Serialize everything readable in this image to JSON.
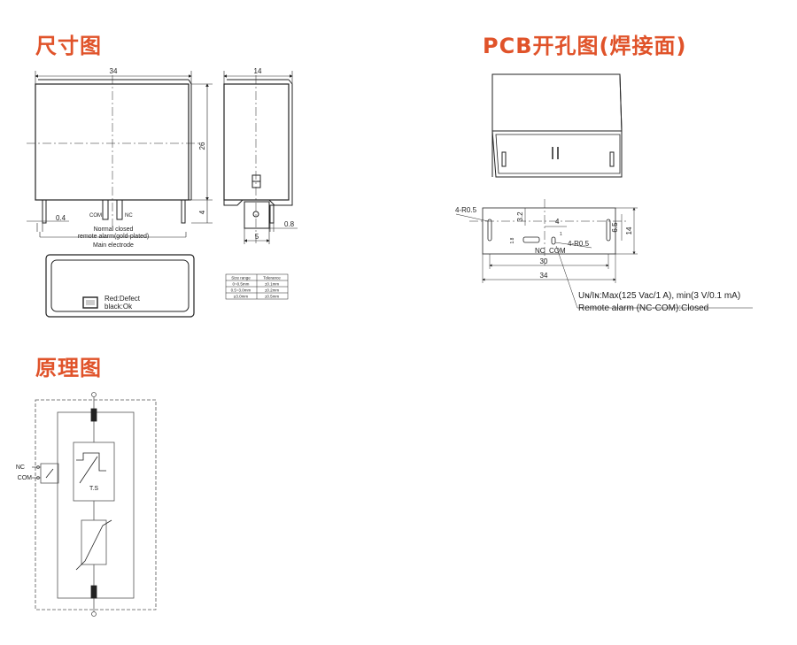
{
  "headings": {
    "dimensions": "尺寸图",
    "pcb": "PCB开孔图(焊接面)",
    "principle": "原理图"
  },
  "dimension_drawing": {
    "width": "34",
    "depth": "14",
    "height": "26",
    "pin_length": "4",
    "gap": "0.4",
    "com": "COM",
    "nc": "NC",
    "note1": "Normal closed",
    "note2": "remote alarm(gold-plated)",
    "main_electrode": "Main electrode",
    "pin_pitch": "5",
    "pin_thickness": "0.8",
    "status1": "Red:Defect",
    "status2": "black:Ok"
  },
  "tolerance_table": {
    "headers": [
      "Size range",
      "Tolerance"
    ],
    "rows": [
      [
        "0~0.5mm",
        "±0.1mm"
      ],
      [
        "0.5~3.0mm",
        "±0.2mm"
      ],
      [
        "≥3.0mm",
        "±0.5mm"
      ]
    ]
  },
  "pcb_drawing": {
    "r_label_left": "4-R0.5",
    "r_label_mid": "4-R0.5",
    "dim_32": "3.2",
    "dim_4": "4",
    "dim_1": "1",
    "dim_18": "1.8",
    "dim_65": "6.5",
    "dim_14": "14",
    "dim_30": "30",
    "dim_34": "34",
    "nc": "NC",
    "com": "COM",
    "spec1": "Uɴ/Iɴ:Max(125 Vac/1 A), min(3 V/0.1 mA)",
    "spec2": "Remote alarm (NC-COM):Closed"
  },
  "schematic": {
    "nc": "NC",
    "com": "COM",
    "ts": "T.S"
  },
  "colors": {
    "heading": "#e0532a",
    "line": "#222222"
  }
}
